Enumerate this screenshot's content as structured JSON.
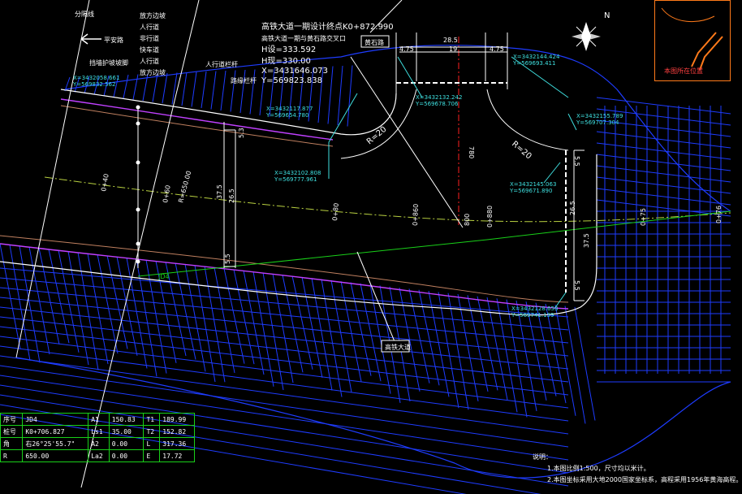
{
  "labels": {
    "road_fenzhu": "分隔线",
    "road_ping_an": "平安路",
    "lane_list": [
      "放方边坡",
      "人行道",
      "非行道",
      "快车道",
      "人行道",
      "放方边坡"
    ],
    "ramp_line": "挡墙护坡坡脚",
    "pedestrian_rail": "人行道栏杆",
    "isolation_rail": "路缘栏杆",
    "design_start_1": "高铁大道一期设计终点K0+872.990",
    "design_start_2": "高铁大道一期与黄石路交叉口",
    "h_design": "H设=333.592",
    "h_actual": "H现=330.00",
    "coord_x": "X=3431646.073",
    "coord_y": "Y=569823.838",
    "huangshi_road": "黄石路",
    "gaotie_road": "高铁大道",
    "inset_label": "本图所在位置",
    "radius_left": "R=20",
    "radius_right": "R=20",
    "r650": "R=650.00",
    "jd4": "JD4"
  },
  "dimensions": {
    "top_total": "28.5",
    "top_mid": "19",
    "top_left": "4.75",
    "top_right": "4.75",
    "v_53": "5.3",
    "v_375": "37.5",
    "v_265": "26.5",
    "v_55": "5.5",
    "v_780": "780",
    "r_55a": "5.5",
    "r_265": "26.5",
    "r_375": "37.5",
    "r_55b": "5.5"
  },
  "stations": {
    "s1": "0+40",
    "s2": "0+60",
    "s3": "0+80",
    "s4": "0+860",
    "s5": "800",
    "s6": "0+880",
    "s7": "0+75",
    "s8": "0+76"
  },
  "coords": [
    {
      "x": "X=3432058.661",
      "y": "Y=569832.562"
    },
    {
      "x": "X=3432117.877",
      "y": "Y=569654.780"
    },
    {
      "x": "X=3432102.808",
      "y": "Y=569777.961"
    },
    {
      "x": "X=3432132.242",
      "y": "Y=569678.706"
    },
    {
      "x": "X=3432144.424",
      "y": "Y=569693.411"
    },
    {
      "x": "X=3432155.789",
      "y": "Y=569707.304"
    },
    {
      "x": "X=3432145.063",
      "y": "Y=569671.890"
    },
    {
      "x": "X=3432128.653",
      "y": "Y=569741.139"
    }
  ],
  "curve_table": [
    [
      "序号",
      "JD4",
      "A1",
      "150.83",
      "T1",
      "189.99"
    ],
    [
      "桩号",
      "K0+706.827",
      "Ls1",
      "35.00",
      "T2",
      "152.82"
    ],
    [
      "角",
      "右26°25'55.7\"",
      "A2",
      "0.00",
      "L",
      "317.36"
    ],
    [
      "R",
      "650.00",
      "La2",
      "0.00",
      "E",
      "17.72"
    ]
  ],
  "notes": {
    "heading": "说明：",
    "line1": "1.本图比例1:500，尺寸均以米计。",
    "line2": "2.本图坐标采用大地2000国家坐标系，高程采用1956年黄海高程。"
  },
  "colors": {
    "background": "#000000",
    "contour_blue": "#1e3cff",
    "road_edge_magenta": "#c040ff",
    "annotation_cyan": "#3fe0e0",
    "centerline_red": "#ff2020",
    "table_green": "#19d019",
    "inset_orange": "#ff7a1a"
  }
}
